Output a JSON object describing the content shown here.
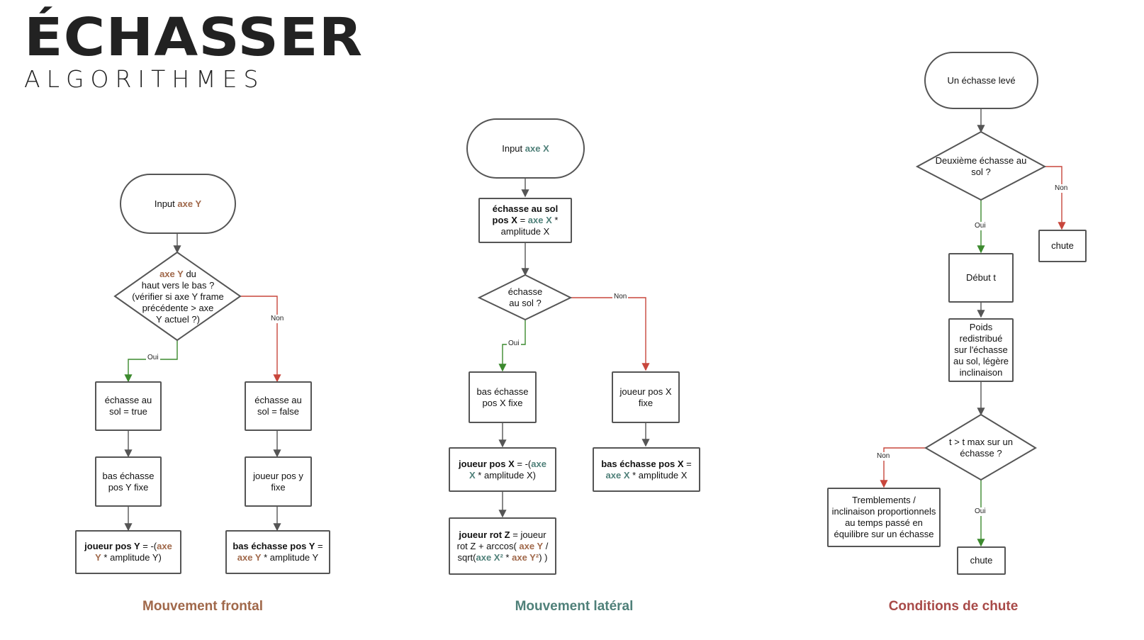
{
  "header": {
    "title": "ÉCHASSER",
    "subtitle": "ALGORITHMES"
  },
  "colors": {
    "axe_y": "#a0684a",
    "axe_x": "#4f8079",
    "yes_edge": "#3c8a2e",
    "no_edge": "#c8463c",
    "neutral_edge": "#555555",
    "section_frontal": "#a0684a",
    "section_lateral": "#4f8079",
    "section_chute": "#a84a48"
  },
  "sections": {
    "frontal": "Mouvement frontal",
    "lateral": "Mouvement latéral",
    "chute": "Conditions de chute"
  },
  "labels": {
    "oui": "Oui",
    "non": "Non"
  },
  "frontal": {
    "input": {
      "prefix": "Input ",
      "var": "axe Y"
    },
    "decision": {
      "var": "axe Y",
      "text1": " du",
      "text2": "haut vers le bas ?",
      "text3": "(vérifier si axe Y frame",
      "text4": "précédente > axe",
      "text5": "Y actuel ?)"
    },
    "yes1": {
      "line1": "échasse au",
      "line2": "sol = true"
    },
    "yes2": {
      "line1": "bas échasse",
      "line2": "pos Y fixe"
    },
    "yes3": {
      "bold": "joueur pos Y",
      "eq": " = -(",
      "var1": "axe",
      "var2": "Y",
      "rest": " * amplitude Y)"
    },
    "no1": {
      "line1": "échasse au",
      "line2": "sol = false"
    },
    "no2": {
      "line1": "joueur pos y",
      "line2": "fixe"
    },
    "no3": {
      "bold": "bas échasse pos Y",
      "eq": " =",
      "var": "axe Y",
      "rest": " * amplitude Y"
    }
  },
  "lateral": {
    "input": {
      "prefix": "Input ",
      "var": "axe X"
    },
    "ground": {
      "bold1": "échasse au sol",
      "bold2": "pos X",
      "eq": " = ",
      "var": "axe X",
      "star": " *",
      "line3": "amplitude X"
    },
    "decision": {
      "line1": "échasse",
      "line2": "au sol ?"
    },
    "yes1": {
      "line1": "bas échasse",
      "line2": "pos X fixe"
    },
    "yes2": {
      "bold": "joueur pos X",
      "eq": " = -(",
      "var1": "axe",
      "var2": "X",
      "rest": " * amplitude X)"
    },
    "yes3": {
      "bold": "joueur rot Z",
      "eq": " = joueur",
      "l2a": "rot Z + arccos( ",
      "var_y": "axe Y",
      "l2b": " /",
      "l3a": "sqrt(",
      "var_x2": "axe X²",
      "l3b": " * ",
      "var_y2": "axe Y²",
      "l3c": ") )"
    },
    "no1": {
      "line1": "joueur pos X",
      "line2": "fixe"
    },
    "no2": {
      "bold": "bas échasse pos X",
      "eq": " =",
      "var": "axe X",
      "rest": " * amplitude X"
    }
  },
  "chute": {
    "start": "Un échasse levé",
    "decision1": {
      "line1": "Deuxième échasse au",
      "line2": "sol ?"
    },
    "fall1": "chute",
    "debut": "Début t",
    "poids": {
      "line1": "Poids",
      "line2": "redistribué",
      "line3": "sur l'échasse",
      "line4": "au sol, légère",
      "line5": "inclinaison"
    },
    "decision2": {
      "line1": "t > t max sur un",
      "line2": "échasse ?"
    },
    "trembl": {
      "line1": "Tremblements /",
      "line2": "inclinaison proportionnels",
      "line3": "au temps passé en",
      "line4": "équilibre sur un échasse"
    },
    "fall2": "chute"
  }
}
